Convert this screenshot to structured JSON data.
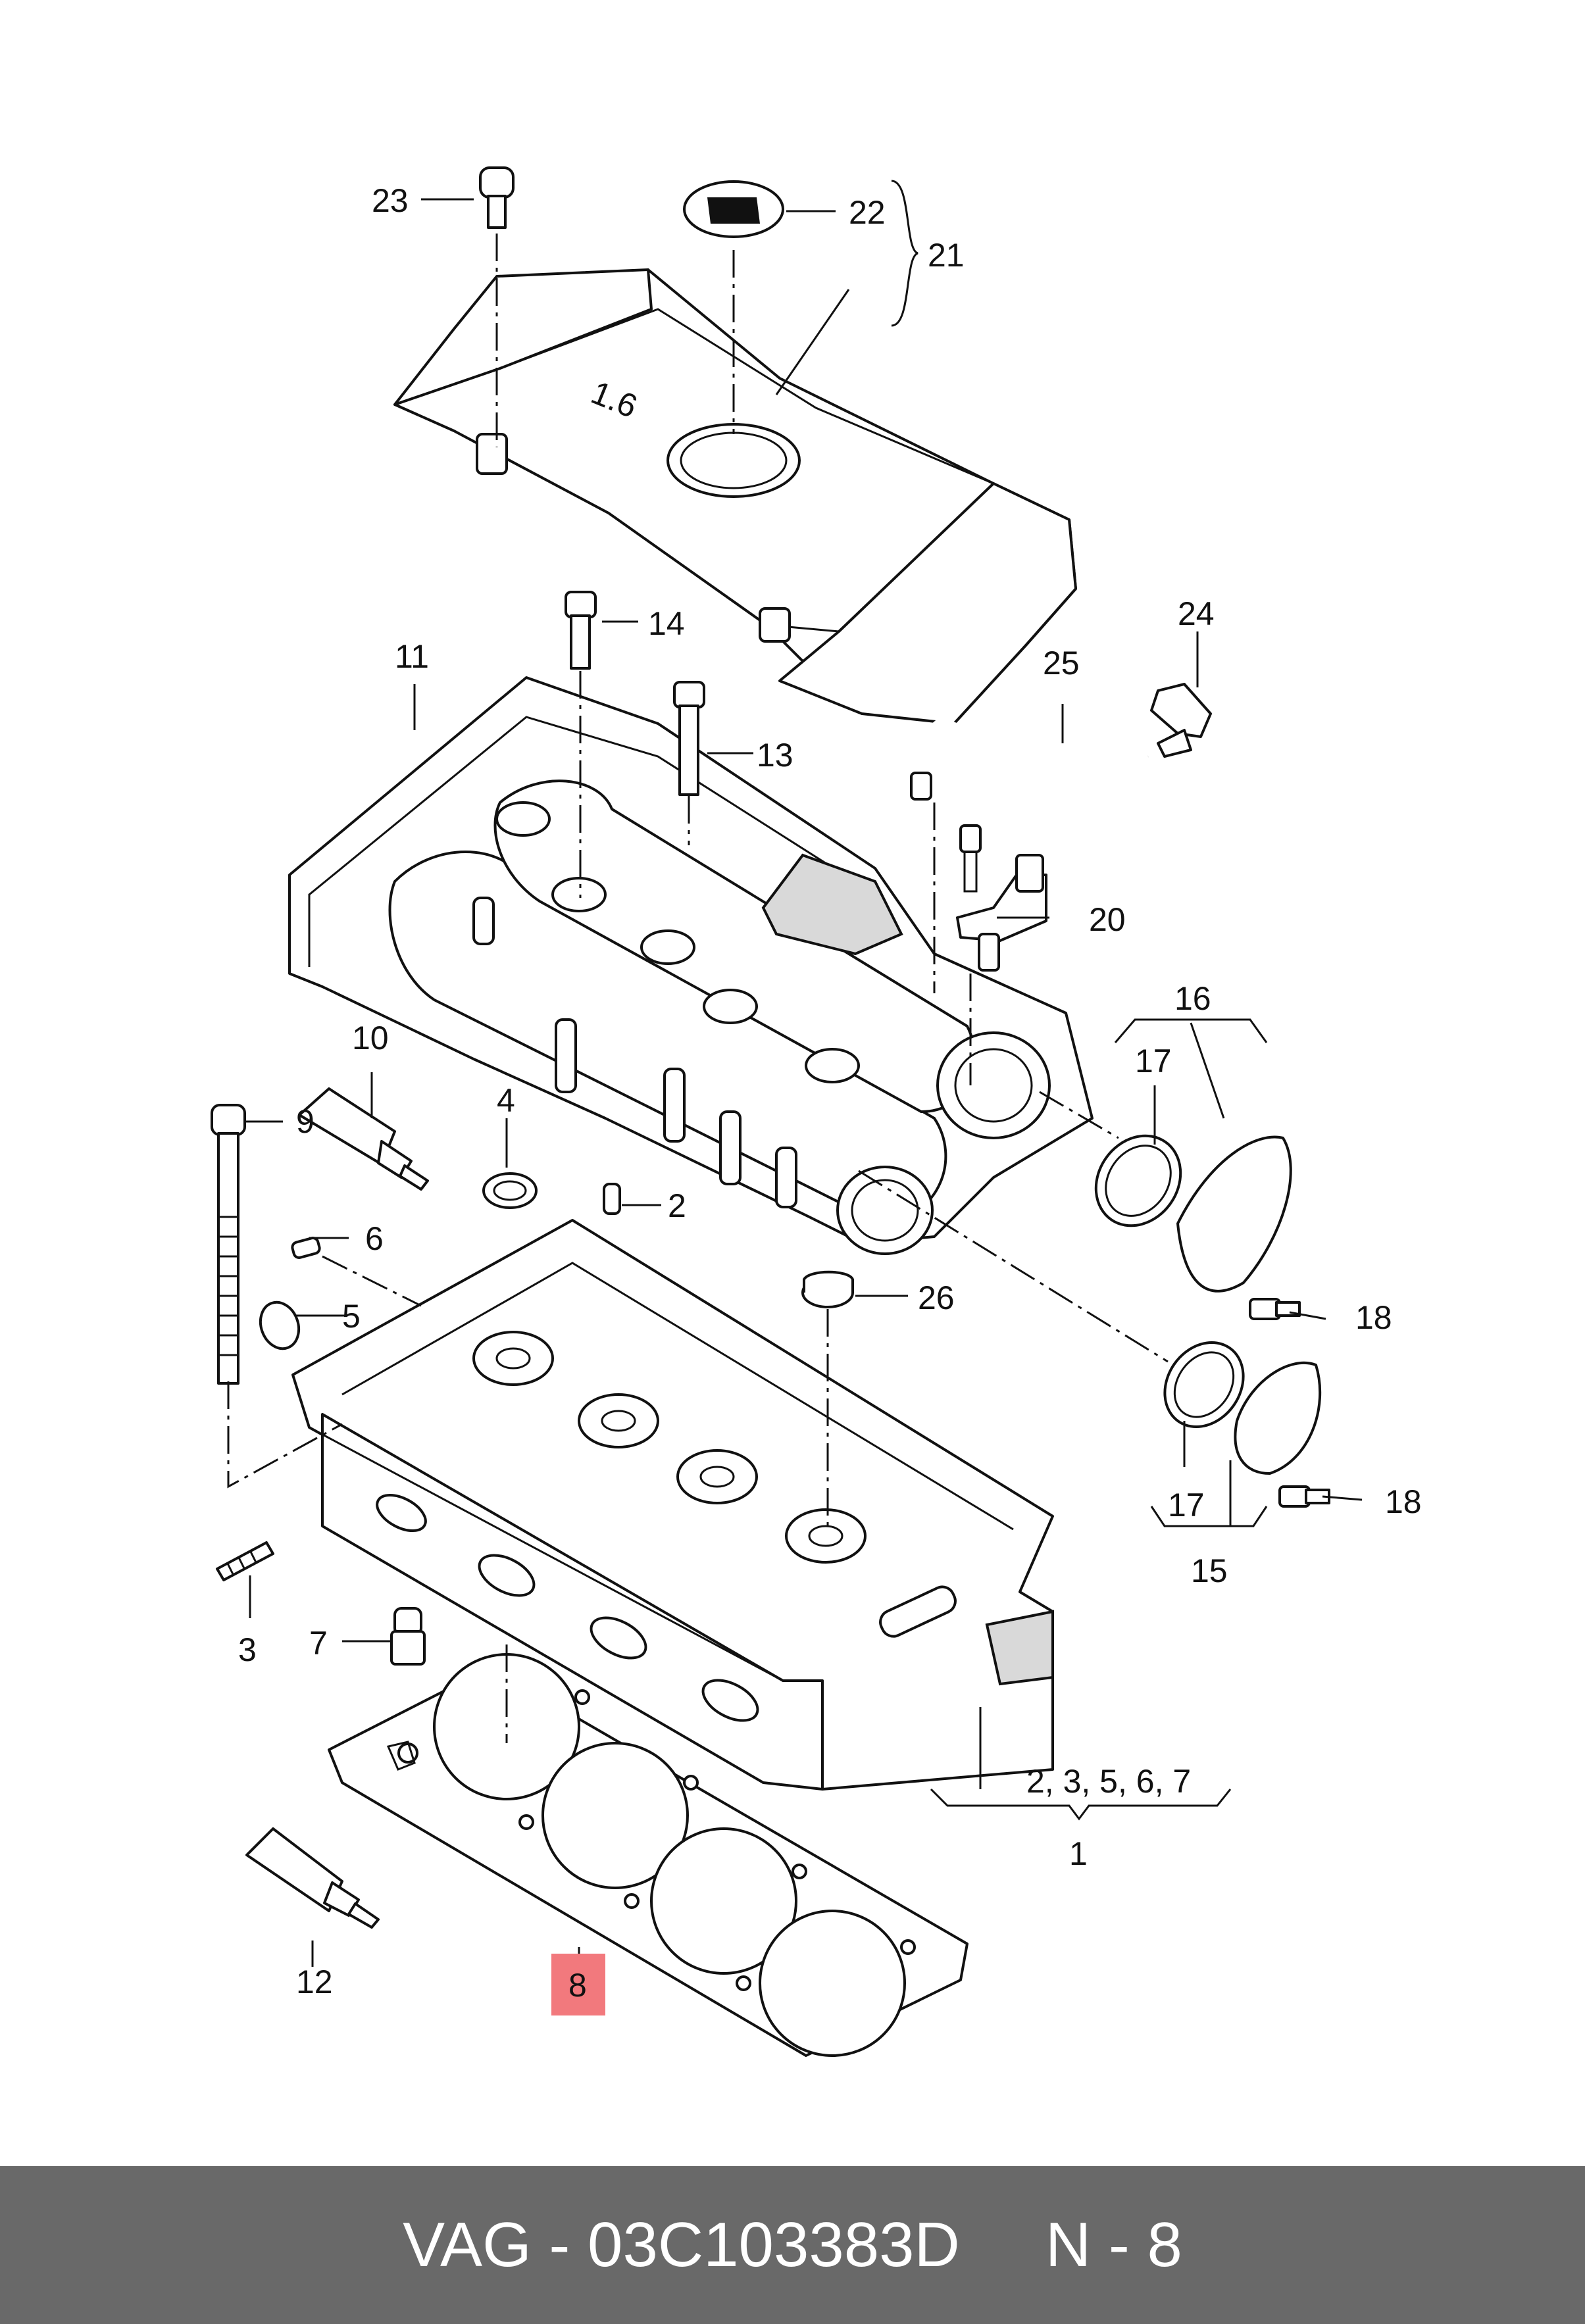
{
  "diagram": {
    "callouts": [
      {
        "id": "c23",
        "label": "23"
      },
      {
        "id": "c22",
        "label": "22"
      },
      {
        "id": "c21",
        "label": "21"
      },
      {
        "id": "c24",
        "label": "24"
      },
      {
        "id": "c25",
        "label": "25"
      },
      {
        "id": "c14",
        "label": "14"
      },
      {
        "id": "c11",
        "label": "11"
      },
      {
        "id": "c13",
        "label": "13"
      },
      {
        "id": "c20",
        "label": "20"
      },
      {
        "id": "c16",
        "label": "16"
      },
      {
        "id": "c17a",
        "label": "17"
      },
      {
        "id": "c10",
        "label": "10"
      },
      {
        "id": "c4",
        "label": "4"
      },
      {
        "id": "c2",
        "label": "2"
      },
      {
        "id": "c9",
        "label": "9"
      },
      {
        "id": "c6",
        "label": "6"
      },
      {
        "id": "c5",
        "label": "5"
      },
      {
        "id": "c26",
        "label": "26"
      },
      {
        "id": "c18a",
        "label": "18"
      },
      {
        "id": "c17b",
        "label": "17"
      },
      {
        "id": "c18b",
        "label": "18"
      },
      {
        "id": "c15",
        "label": "15"
      },
      {
        "id": "c3",
        "label": "3"
      },
      {
        "id": "c7",
        "label": "7"
      },
      {
        "id": "c2356",
        "label": "2, 3, 5, 6, 7"
      },
      {
        "id": "c1",
        "label": "1"
      },
      {
        "id": "c12",
        "label": "12"
      },
      {
        "id": "c8",
        "label": "8"
      }
    ],
    "cover_marking": "1.6",
    "highlighted_part": "8",
    "highlight_color": "#f2797d"
  },
  "footer": {
    "part_code": "VAG - 03C103383D",
    "position": "N - 8",
    "background": "#696969"
  }
}
